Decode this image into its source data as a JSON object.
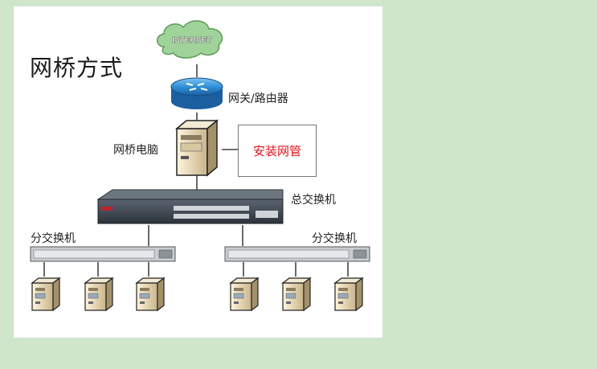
{
  "title": "网桥方式",
  "internet_label": "INTERNET",
  "gateway_label": "网关/路由器",
  "bridge_pc_label": "网桥电脑",
  "nms_label": "安装网管",
  "core_switch_label": "总交换机",
  "sub_switch_left_label": "分交换机",
  "sub_switch_right_label": "分交换机",
  "colors": {
    "background": "#cfe6cb",
    "cloud": "#9fd39a",
    "router": "#2f8fd6",
    "nms_text": "#e0141e"
  }
}
